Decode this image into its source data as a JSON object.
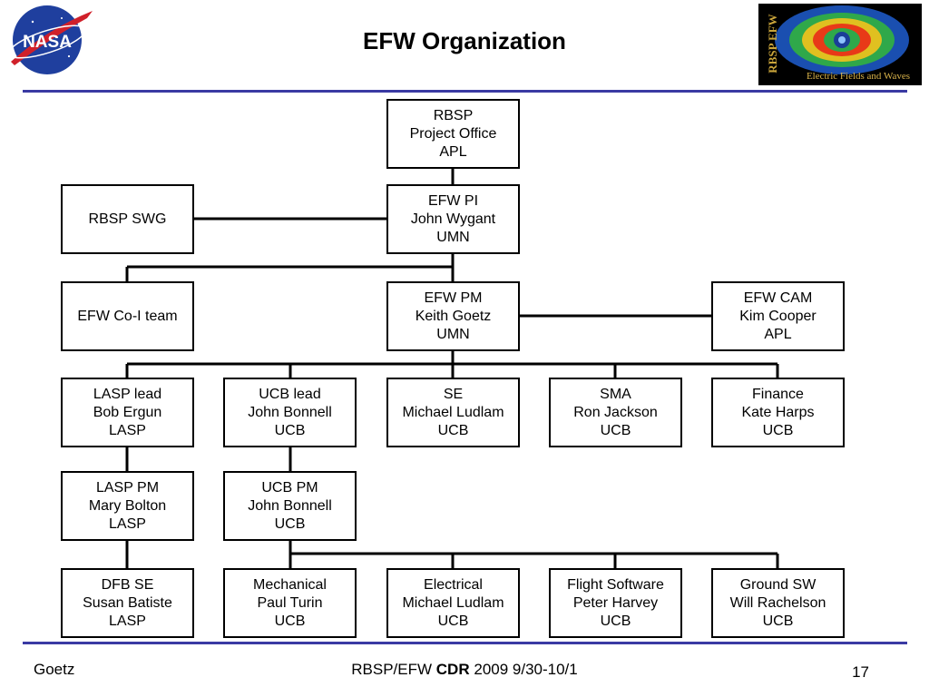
{
  "title": "EFW Organization",
  "logos": {
    "nasa": "NASA",
    "rbsp_vertical": "RBSP EFW",
    "rbsp_caption": "Electric Fields and Waves"
  },
  "nodes": {
    "project_office": [
      "RBSP",
      "Project Office",
      "APL"
    ],
    "swg": [
      "RBSP SWG"
    ],
    "pi": [
      "EFW PI",
      "John Wygant",
      "UMN"
    ],
    "coi": [
      "EFW Co-I team"
    ],
    "pm": [
      "EFW PM",
      "Keith Goetz",
      "UMN"
    ],
    "cam": [
      "EFW CAM",
      "Kim Cooper",
      "APL"
    ],
    "lasp_lead": [
      "LASP lead",
      "Bob Ergun",
      "LASP"
    ],
    "ucb_lead": [
      "UCB lead",
      "John Bonnell",
      "UCB"
    ],
    "se": [
      "SE",
      "Michael Ludlam",
      "UCB"
    ],
    "sma": [
      "SMA",
      "Ron Jackson",
      "UCB"
    ],
    "finance": [
      "Finance",
      "Kate Harps",
      "UCB"
    ],
    "lasp_pm": [
      "LASP PM",
      "Mary Bolton",
      "LASP"
    ],
    "ucb_pm": [
      "UCB PM",
      "John Bonnell",
      "UCB"
    ],
    "dfb_se": [
      "DFB SE",
      "Susan Batiste",
      "LASP"
    ],
    "mechanical": [
      "Mechanical",
      "Paul Turin",
      "UCB"
    ],
    "electrical": [
      "Electrical",
      "Michael Ludlam",
      "UCB"
    ],
    "flight_sw": [
      "Flight Software",
      "Peter Harvey",
      "UCB"
    ],
    "ground_sw": [
      "Ground SW",
      "Will Rachelson",
      "UCB"
    ]
  },
  "footer": {
    "author": "Goetz",
    "center_prefix": "RBSP/EFW",
    "center_bold": "CDR",
    "center_suffix": "2009 9/30-10/1",
    "page": "17"
  },
  "colors": {
    "rule": "#3a3aa3"
  }
}
